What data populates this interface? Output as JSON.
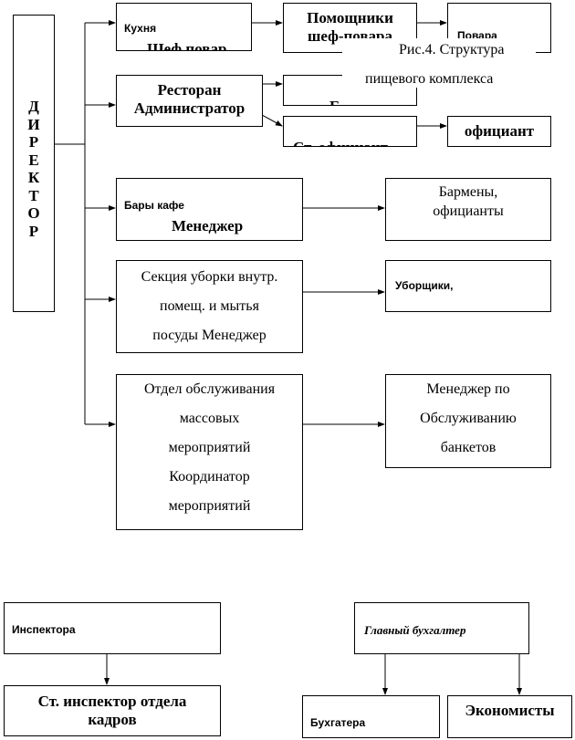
{
  "director": {
    "letters": [
      "Д",
      "И",
      "Р",
      "Е",
      "К",
      "Т",
      "О",
      "Р"
    ]
  },
  "kitchen": {
    "line1": "Кухня",
    "line2": "Шеф повар"
  },
  "chef_assistants": {
    "line1": "Помощники",
    "line2": "шеф-повара"
  },
  "cooks": "Повара",
  "caption": {
    "line1": "Рис.4. Структура",
    "line2": "пищевого комплекса"
  },
  "restaurant": {
    "line1": "Ресторан",
    "line2": "Администратор"
  },
  "restaurant_sub1": "Б",
  "senior_waiter": "Ст. официант",
  "waiter": "официант",
  "bars": {
    "line1": "Бары кафе",
    "line2": "Менеджер"
  },
  "bartenders": {
    "line1": "Бармены,",
    "line2": "официанты"
  },
  "cleaning": {
    "line1": "Секция уборки внутр.",
    "line2": "помещ. и мытья",
    "line3": "посуды Менеджер"
  },
  "cleaners": "Уборщики,",
  "events": {
    "line1": "Отдел обслуживания",
    "line2": "массовых",
    "line3": "мероприятий",
    "line4": "Координатор",
    "line5": "мероприятий"
  },
  "banquet_manager": {
    "line1": "Менеджер по",
    "line2": "Обслуживанию",
    "line3": "банкетов"
  },
  "inspectors": "Инспектора",
  "senior_inspector": {
    "line1": "Ст. инспектор отдела",
    "line2": "кадров"
  },
  "chief_accountant": "Главный бухгалтер",
  "accountants": "Бухгатера",
  "economists": "Экономисты"
}
